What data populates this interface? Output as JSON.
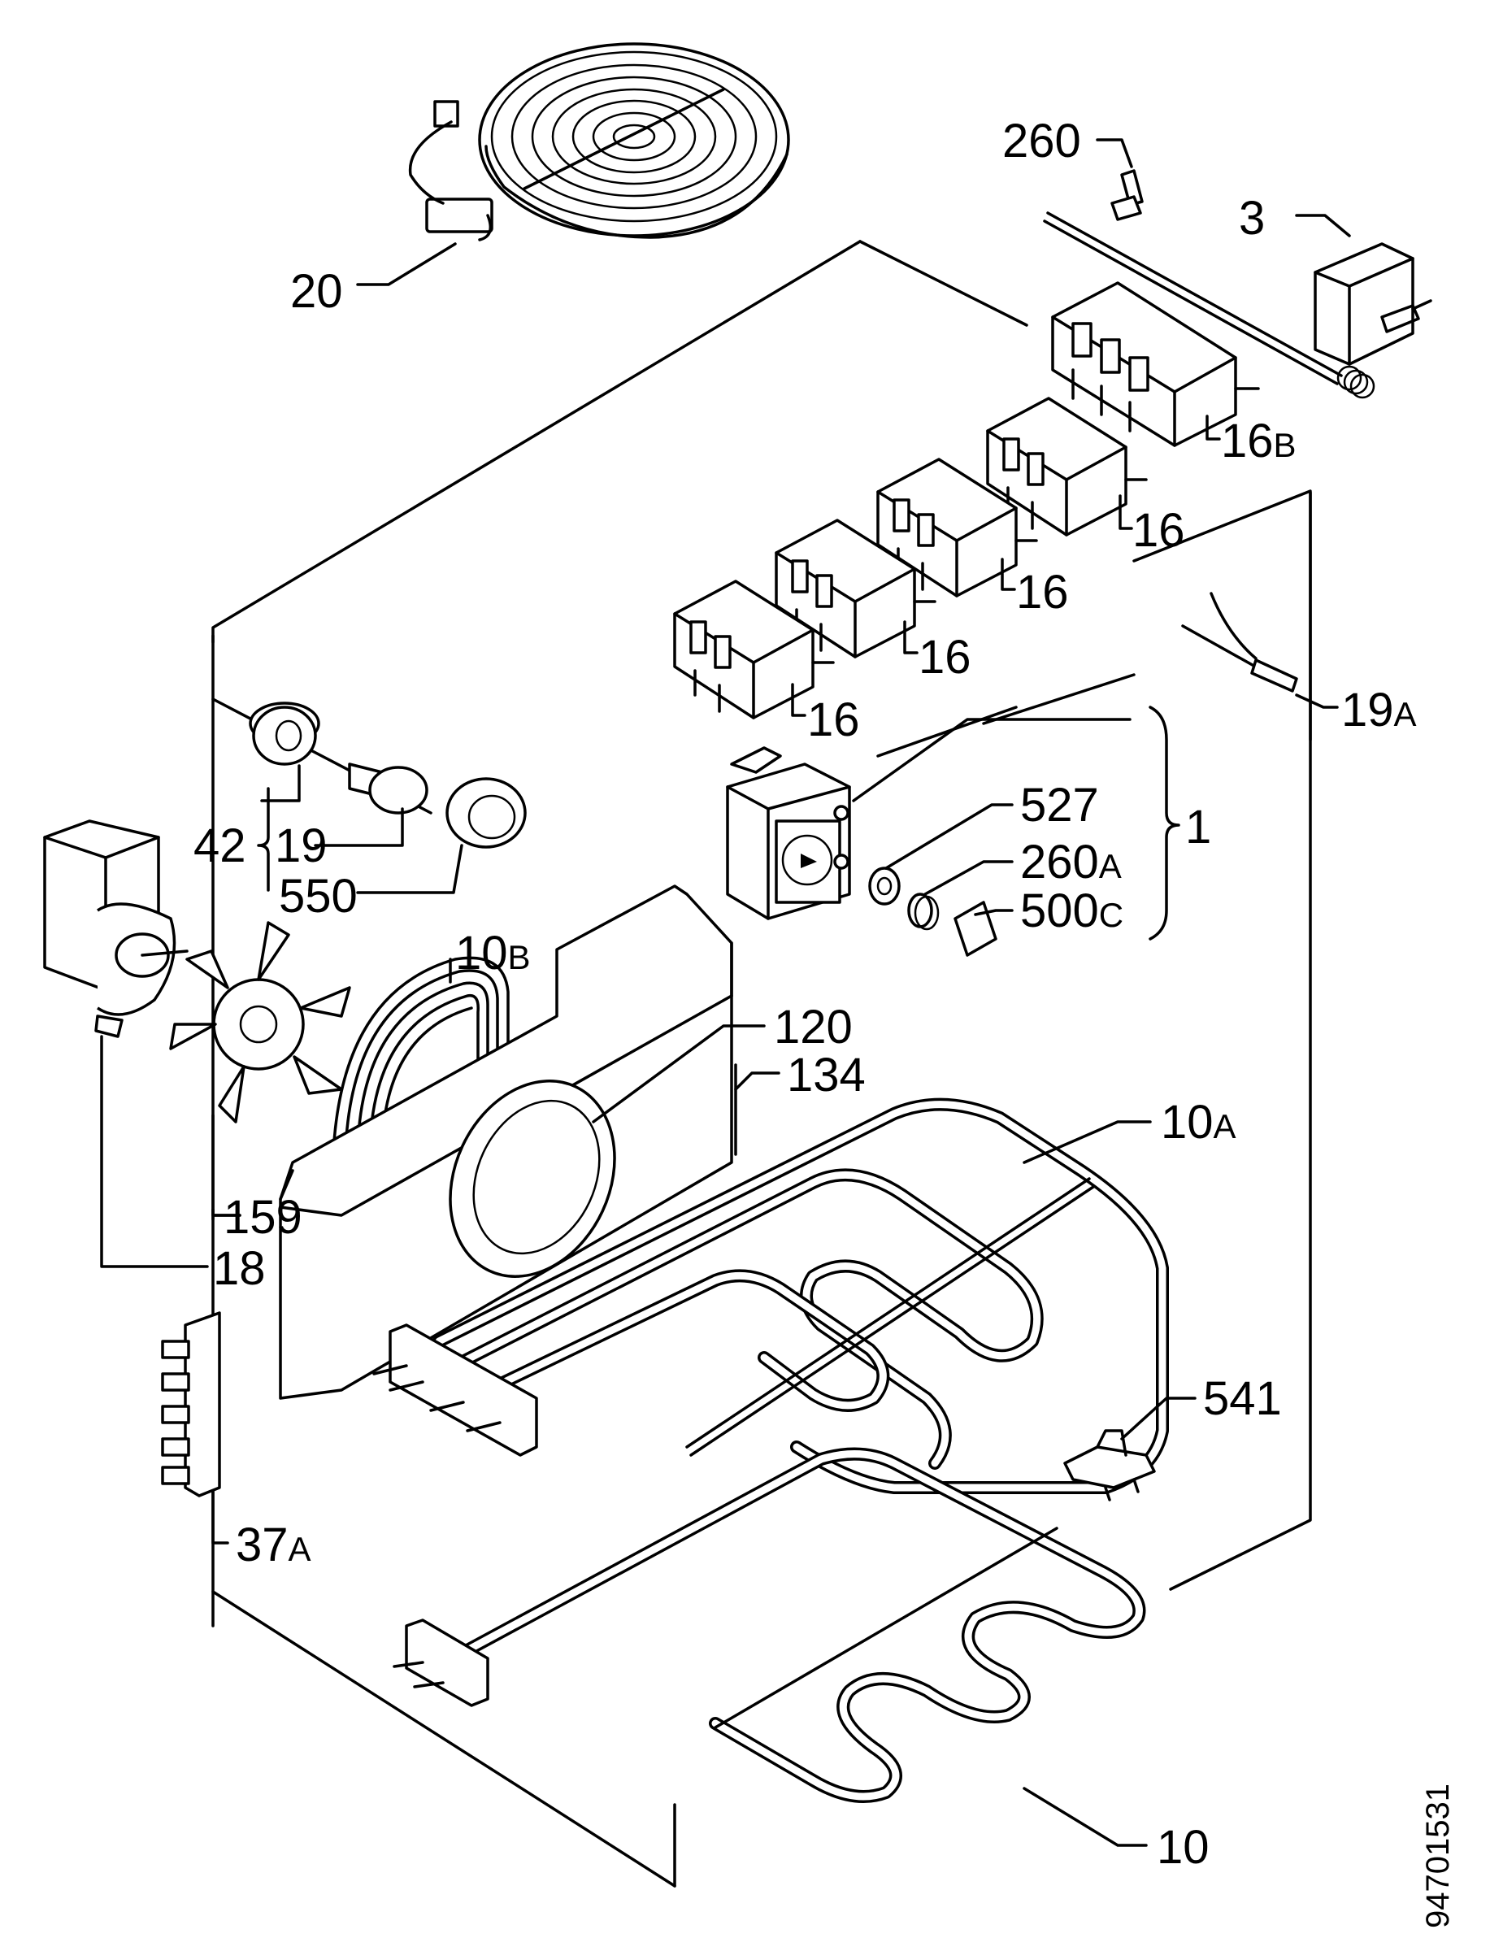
{
  "labels": {
    "l20": "20",
    "l260": "260",
    "l3": "3",
    "l16b_num": "16",
    "l16b_suf": "B",
    "l16_a": "16",
    "l16_b": "16",
    "l16_c": "16",
    "l16_d": "16",
    "l19a_num": "19",
    "l19a_suf": "A",
    "l1": "1",
    "l527": "527",
    "l260a_num": "260",
    "l260a_suf": "A",
    "l500c_num": "500",
    "l500c_suf": "C",
    "l42": "42",
    "l19": "19",
    "l550": "550",
    "l10b_num": "10",
    "l10b_suf": "B",
    "l120": "120",
    "l134": "134",
    "l10a_num": "10",
    "l10a_suf": "A",
    "l159": "159",
    "l18": "18",
    "l541": "541",
    "l37a_num": "37",
    "l37a_suf": "A",
    "l10": "10"
  },
  "figure_ref": "94701531"
}
